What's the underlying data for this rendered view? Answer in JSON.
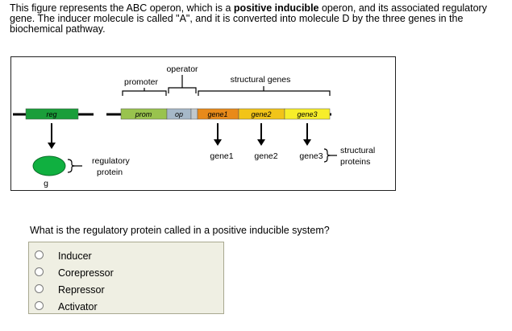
{
  "intro": {
    "part1": "This figure represents the ABC operon, which is a ",
    "bold": "positive inducible",
    "part2": " operon, and its associated regulatory gene. The inducer molecule is called \"A\", and it is converted into molecule D by the three genes in the biochemical pathway."
  },
  "figure": {
    "operator_label": "operator",
    "promoter_label": "promoter",
    "structural_genes_label": "structural genes",
    "reg_label": "reg",
    "prom_label": "prom",
    "op_label": "op",
    "gene1_label": "gene1",
    "gene2_label": "gene2",
    "gene3_label": "gene3",
    "product1_label": "gene1",
    "product2_label": "gene2",
    "product3_label": "gene3",
    "regulatory_protein_line1": "regulatory",
    "regulatory_protein_line2": "protein",
    "structural_proteins_line1": "structural",
    "structural_proteins_line2": "proteins",
    "g_label": "g",
    "colors": {
      "reg": "#1a9e3a",
      "prom": "#99c34e",
      "op": "#a6b8c8",
      "gene1": "#e88a1a",
      "gene2": "#f2c418",
      "gene3": "#f7ee2a",
      "protein": "#10b040"
    }
  },
  "question": "What is the regulatory protein called in a positive inducible system?",
  "options": [
    {
      "label": "Inducer",
      "selected": false
    },
    {
      "label": "Corepressor",
      "selected": false
    },
    {
      "label": "Repressor",
      "selected": false
    },
    {
      "label": "Activator",
      "selected": false
    }
  ]
}
